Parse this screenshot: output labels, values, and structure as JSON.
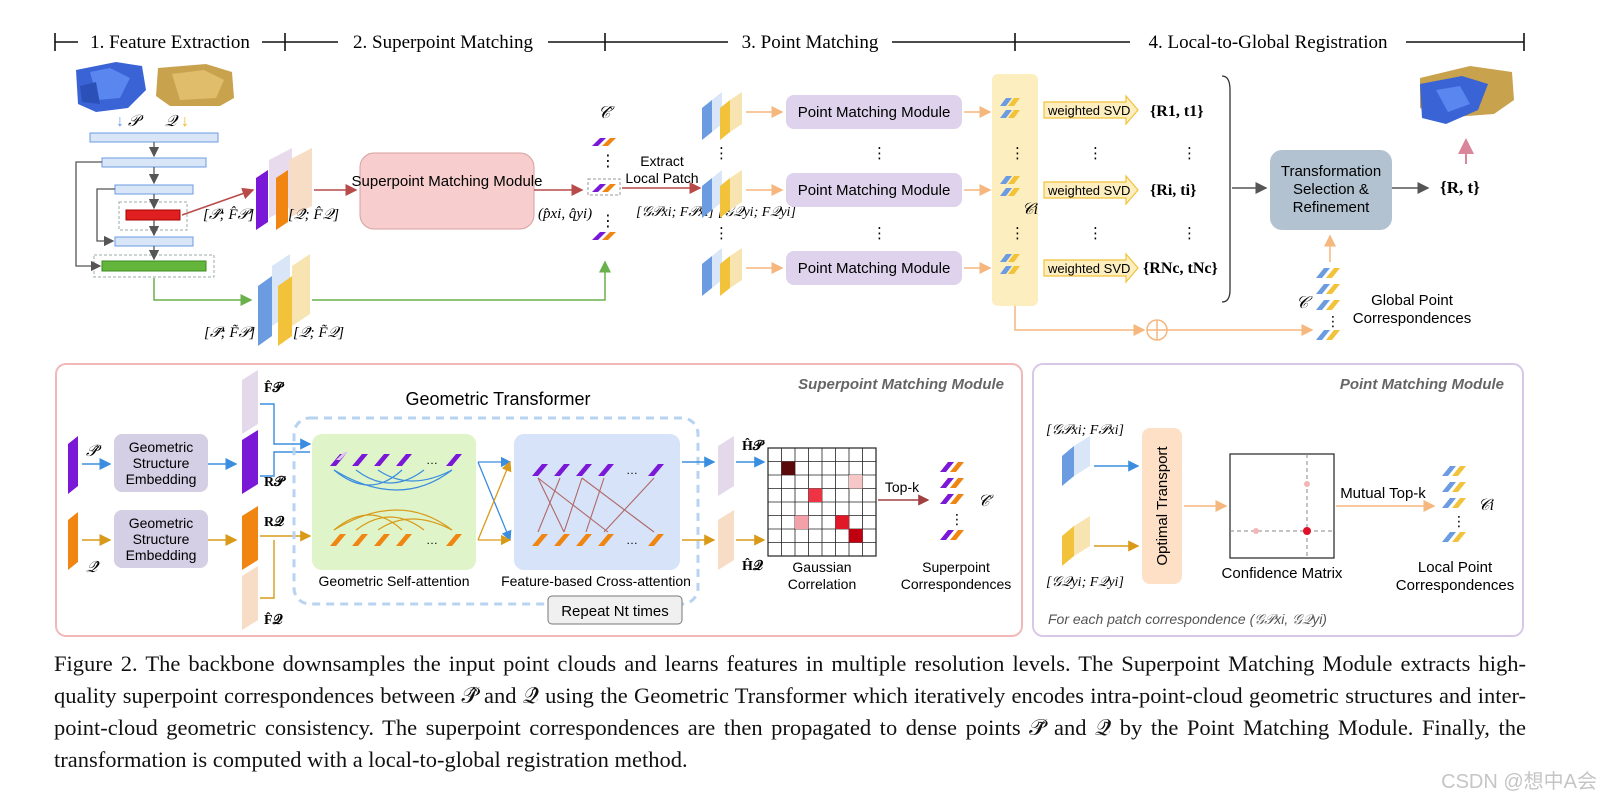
{
  "stages": [
    "1. Feature Extraction",
    "2. Superpoint Matching",
    "3. Point Matching",
    "4. Local-to-Global Registration"
  ],
  "inputs": {
    "p": "𝒫",
    "q": "𝒬"
  },
  "features": {
    "coarse_p": "[𝒫̂; F̂𝒫]",
    "coarse_q": "[𝒬̂; F̂𝒬]",
    "dense_p": "[𝒫̃; F̃𝒫]",
    "dense_q": "[𝒬̃; F̃𝒬]"
  },
  "superpoint_module_label": "Superpoint Matching Module",
  "c_hat": "𝒞̂",
  "pair": "(p̂xi, q̂yi)",
  "extract": {
    "line1": "Extract",
    "line2": "Local Patch"
  },
  "patch_p": "[𝒢𝒫xi; F𝒫xi]",
  "patch_q": "[𝒢𝒬yi; F𝒬yi]",
  "point_module_label": "Point Matching Module",
  "ci": "𝒞i",
  "weighted_svd": "weighted SVD",
  "transforms": [
    "{R1, t1}",
    "{Ri, ti}",
    "{RNc, tNc}"
  ],
  "selection": [
    "Transformation",
    "Selection &",
    "Refinement"
  ],
  "final": "{R, t}",
  "global": {
    "symbol": "𝒞",
    "line1": "Global Point",
    "line2": "Correspondences"
  },
  "oplus": "⊕",
  "ellipsis": "⋮",
  "dots": "…",
  "bottom_left": {
    "title": "Superpoint Matching Module",
    "gt_title": "Geometric Transformer",
    "embed": [
      "Geometric",
      "Structure",
      "Embedding"
    ],
    "p_hat": "𝒫̂",
    "q_hat": "𝒬̂",
    "f_hat_p": "F̂𝒫",
    "r_p": "R𝒫",
    "r_q": "R𝒬",
    "f_hat_q": "F̂𝒬",
    "self_attn": "Geometric Self-attention",
    "cross_attn": "Feature-based Cross-attention",
    "repeat": "Repeat Nt times",
    "h_p": "Ĥ𝒫",
    "h_q": "Ĥ𝒬",
    "topk": "Top-k",
    "gauss": [
      "Gaussian",
      "Correlation"
    ],
    "sc": [
      "Superpoint",
      "Correspondences"
    ]
  },
  "bottom_right": {
    "title": "Point Matching Module",
    "gp": "[𝒢𝒫xi; F𝒫xi]",
    "gq": "[𝒢𝒬yi; F𝒬yi]",
    "ot": "Optimal Transport",
    "conf": "Confidence Matrix",
    "mutual": "Mutual Top-k",
    "ci": "𝒞i",
    "lpc": [
      "Local Point",
      "Correspondences"
    ],
    "footer": "For each patch correspondence (𝒢𝒫xi, 𝒢𝒬yi)"
  },
  "caption": "Figure 2. The backbone downsamples the input point clouds and learns features in multiple resolution levels. The Superpoint Matching Module extracts high-quality superpoint correspondences between 𝒫̂ and 𝒬̂ using the Geometric Transformer which iteratively encodes intra-point-cloud geometric structures and inter-point-cloud geometric consistency. The superpoint correspondences are then propagated to dense points 𝒫̃ and 𝒬̃ by the Point Matching Module. Finally, the transformation is computed with a local-to-global registration method.",
  "watermark": "CSDN @想中A会",
  "colors": {
    "purple": "#7a18d8",
    "orange": "#f08512",
    "blue": "#6b9be0",
    "yellow": "#f2c23a",
    "module_pink": "#f7cdcd",
    "module_lavender": "#ded2ec",
    "selection_gray": "#b2c2d1",
    "green_panel": "#dff5c9",
    "blue_panel": "#d6e3f8"
  }
}
